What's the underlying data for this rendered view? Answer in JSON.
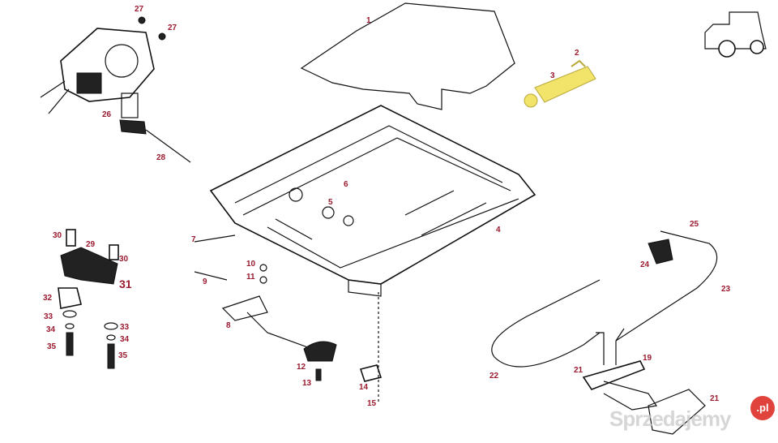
{
  "diagram": {
    "label_color": "#9b1b30",
    "highlight_color": "#f2e36b",
    "labels": [
      {
        "id": "1",
        "text": "1"
      },
      {
        "id": "2",
        "text": "2"
      },
      {
        "id": "3",
        "text": "3"
      },
      {
        "id": "4",
        "text": "4"
      },
      {
        "id": "5",
        "text": "5"
      },
      {
        "id": "6",
        "text": "6"
      },
      {
        "id": "7",
        "text": "7"
      },
      {
        "id": "8",
        "text": "8"
      },
      {
        "id": "9",
        "text": "9"
      },
      {
        "id": "10",
        "text": "10"
      },
      {
        "id": "11",
        "text": "11"
      },
      {
        "id": "12",
        "text": "12"
      },
      {
        "id": "13",
        "text": "13"
      },
      {
        "id": "14",
        "text": "14"
      },
      {
        "id": "15",
        "text": "15"
      },
      {
        "id": "19",
        "text": "19"
      },
      {
        "id": "21a",
        "text": "21"
      },
      {
        "id": "22",
        "text": "22"
      },
      {
        "id": "23",
        "text": "23"
      },
      {
        "id": "24",
        "text": "24"
      },
      {
        "id": "25",
        "text": "25"
      },
      {
        "id": "26",
        "text": "26"
      },
      {
        "id": "27a",
        "text": "27"
      },
      {
        "id": "27b",
        "text": "27"
      },
      {
        "id": "28",
        "text": "28"
      },
      {
        "id": "29",
        "text": "29"
      },
      {
        "id": "30a",
        "text": "30"
      },
      {
        "id": "30b",
        "text": "30"
      },
      {
        "id": "31",
        "text": "31"
      },
      {
        "id": "32",
        "text": "32"
      },
      {
        "id": "33a",
        "text": "33"
      },
      {
        "id": "33b",
        "text": "33"
      },
      {
        "id": "34a",
        "text": "34"
      },
      {
        "id": "34b",
        "text": "34"
      },
      {
        "id": "35a",
        "text": "35"
      },
      {
        "id": "35b",
        "text": "35"
      },
      {
        "id": "21b",
        "text": "21"
      }
    ],
    "tractor_icon": "tractor-icon"
  },
  "watermark": {
    "text": "Sprzedajemy",
    "badge": ".pl",
    "badge_color": "#e0433b"
  }
}
